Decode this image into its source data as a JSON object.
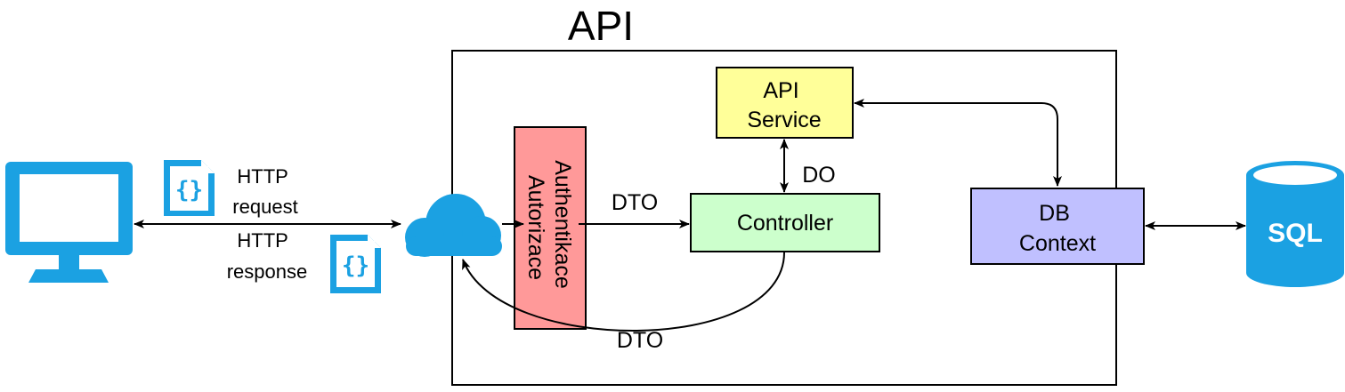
{
  "diagram": {
    "api_title": "API",
    "nodes": {
      "api_service": {
        "lines": [
          "API",
          "Service"
        ],
        "fill": "#FFFF99"
      },
      "auth": {
        "lines": [
          "Authentikace",
          "Autorizace"
        ],
        "fill": "#FF9999"
      },
      "controller": {
        "label": "Controller",
        "fill": "#CCFFCC"
      },
      "db_context": {
        "lines": [
          "DB",
          "Context"
        ],
        "fill": "#C0C0FF"
      },
      "database": {
        "label": "SQL",
        "color": "#1BA1E2"
      }
    },
    "labels": {
      "http_request": [
        "HTTP",
        "request"
      ],
      "http_response": [
        "HTTP",
        "response"
      ],
      "dto_in": "DTO",
      "dto_out": "DTO",
      "do": "DO"
    },
    "icon_color": "#1BA1E2"
  }
}
